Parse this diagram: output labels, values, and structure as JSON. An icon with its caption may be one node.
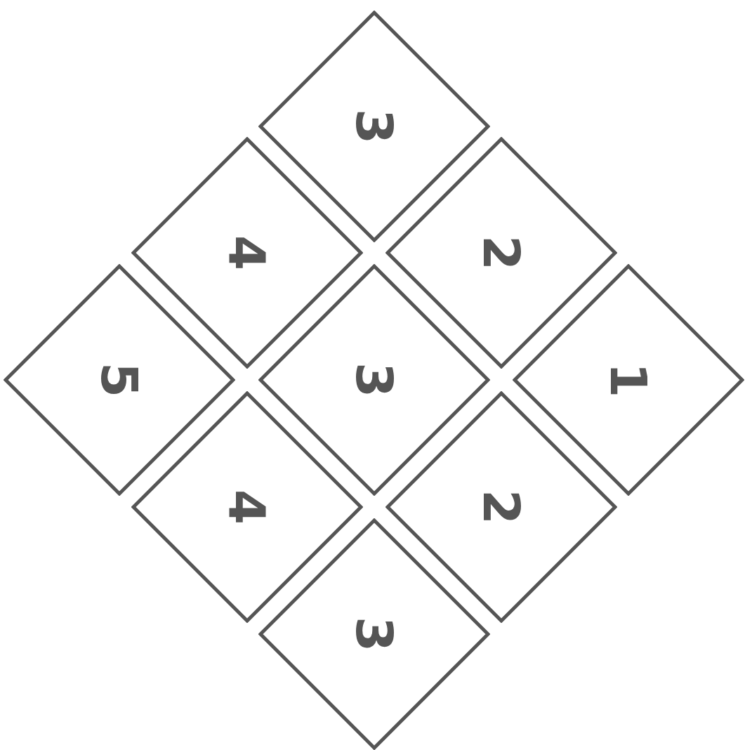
{
  "diagram": {
    "nodes": [
      {
        "text": [
          "3"
        ]
      },
      {
        "text": [
          "4"
        ]
      },
      {
        "text": [
          "2"
        ]
      },
      {
        "text": [
          "5"
        ]
      },
      {
        "text": [
          "3"
        ]
      },
      {
        "text": [
          "1"
        ]
      },
      {
        "text": [
          "4"
        ]
      },
      {
        "text": [
          "2"
        ]
      },
      {
        "text": [
          "3"
        ]
      }
    ]
  }
}
